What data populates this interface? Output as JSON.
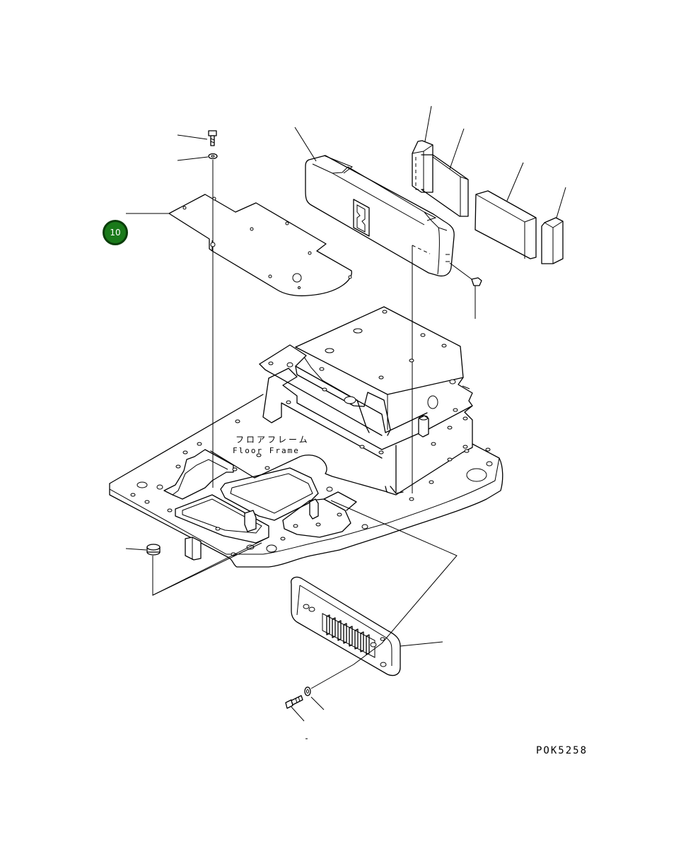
{
  "diagram": {
    "callout": {
      "number": "10",
      "color": "#1a7a1a",
      "border_color": "#0a3d0a"
    },
    "frame_label_jp": "フロアフレーム",
    "frame_label_en": "Floor Frame",
    "drawing_number": "POK5258"
  }
}
